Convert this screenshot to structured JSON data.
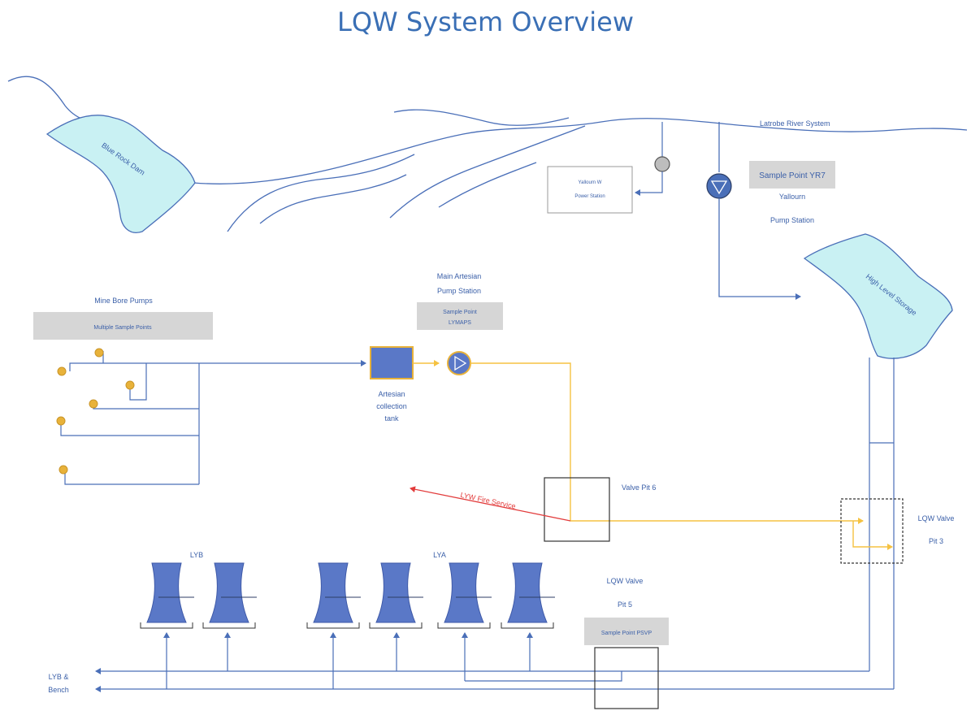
{
  "title": "LQW System Overview",
  "labels": {
    "blue_rock_dam": "Blue Rock Dam",
    "river_system": "Latrobe River System",
    "power_station_line1": "Yallourn W",
    "power_station_line2": "Power Station",
    "sample_point_yallourn": "Sample Point YR7",
    "yallourn_line1": "Yallourn",
    "yallourn_line2": "Pump Station",
    "high_level_storage": "High Level Storage",
    "mine_bore_pumps": "Mine Bore Pumps",
    "multiple_sample_points": "Multiple Sample Points",
    "main_artesian_line1": "Main Artesian",
    "main_artesian_line2": "Pump Station",
    "sample_point_artesian_line1": "Sample Point",
    "sample_point_artesian_line2": "LYMAPS",
    "artesian_tank_line1": "Artesian",
    "artesian_tank_line2": "collection",
    "artesian_tank_line3": "tank",
    "valve_pit_6": "Valve Pit 6",
    "lyw_fire_service": "LYW Fire Service",
    "lqw_valve_pit3_line1": "LQW Valve",
    "lqw_valve_pit3_line2": "Pit 3",
    "lyb": "LYB",
    "lya": "LYA",
    "lqw_valve_pit5_line1": "LQW Valve",
    "lqw_valve_pit5_line2": "Pit 5",
    "sample_point_pit5": "Sample Point PSVP",
    "lyb_bench_line1": "LYB &",
    "lyb_bench_line2": "Bench"
  },
  "colors": {
    "title": "#3a6fb5",
    "water_fill": "#c9f1f3",
    "pipe_blue": "#4a6fb8",
    "pipe_yellow": "#f5c242",
    "pump_orange": "#e8b23a",
    "fire_red": "#e23b3b",
    "tower_fill": "#5a78c7",
    "sample_box": "#d6d6d6"
  }
}
